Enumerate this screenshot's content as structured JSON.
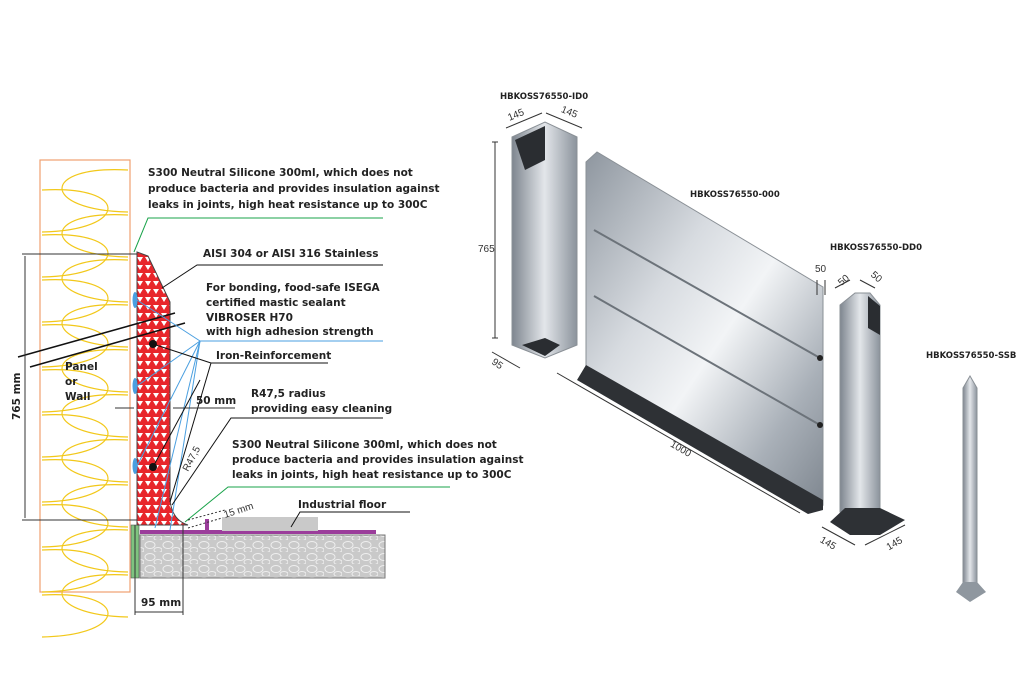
{
  "section": {
    "silicone_top": [
      "S300 Neutral Silicone 300ml, which does not",
      "produce bacteria and provides insulation against",
      "leaks in joints, high heat resistance up to 300C"
    ],
    "steel": "AISI 304 or AISI 316 Stainless",
    "mastic": [
      "For bonding, food-safe ISEGA",
      "certified mastic sealant",
      "VIBROSER H70",
      "with high adhesion strength"
    ],
    "iron": "Iron-Reinforcement",
    "thickness": "50 mm",
    "radius_note": [
      "R47,5 radius",
      "providing easy cleaning"
    ],
    "radius": "R47,5",
    "silicone_bottom": [
      "S300 Neutral Silicone 300ml, which does not",
      "produce bacteria and provides insulation against",
      "leaks in joints, high heat resistance up to 300C"
    ],
    "gap": "15 mm",
    "floor": "Industrial floor",
    "height": "765 mm",
    "wall": [
      "Panel",
      "or",
      "Wall"
    ],
    "depth": "95 mm"
  },
  "products": {
    "inner_corner": {
      "code": "HBKOSS76550-ID0",
      "w1": "145",
      "w2": "145",
      "h": "765",
      "d": "95"
    },
    "panel": {
      "code": "HBKOSS76550-000",
      "length": "1000",
      "top": "50"
    },
    "outer_corner": {
      "code": "HBKOSS76550-DD0",
      "t1": "50",
      "t2": "50",
      "w1": "145",
      "w2": "145"
    },
    "post": {
      "code": "HBKOSS76550-SSB"
    }
  },
  "colors": {
    "profile": "#e8262b",
    "silicone": "#1aa34a",
    "sealant": "#4a9fe0",
    "insulation": "#f2c81a",
    "membrane": "#9b3d9b"
  }
}
